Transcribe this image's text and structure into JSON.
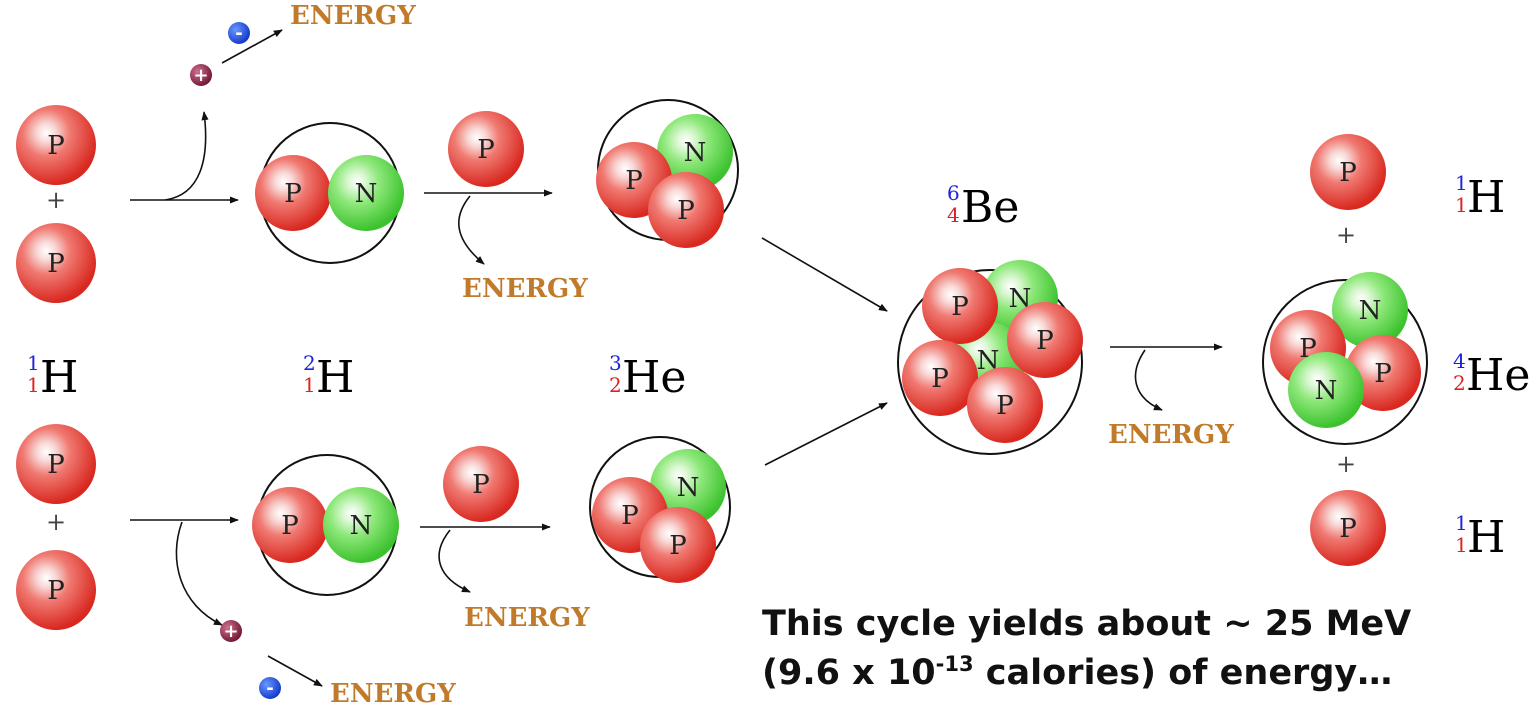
{
  "labels": {
    "proton": "P",
    "neutron": "N",
    "energy": "ENERGY",
    "plus": "+",
    "positron": "+",
    "electron": "-"
  },
  "isotopes": {
    "h1": {
      "mass": "1",
      "z": "1",
      "symbol": "H"
    },
    "h2": {
      "mass": "2",
      "z": "1",
      "symbol": "H"
    },
    "he3": {
      "mass": "3",
      "z": "2",
      "symbol": "He"
    },
    "be6": {
      "mass": "6",
      "z": "4",
      "symbol": "Be"
    },
    "he4": {
      "mass": "4",
      "z": "2",
      "symbol": "He"
    }
  },
  "caption": {
    "line1": "This cycle yields about ~ 25 MeV",
    "line2_pre": "(9.6 x 10",
    "line2_exp": "-13",
    "line2_post": " calories) of energy…"
  },
  "colors": {
    "proton": "#e8403a",
    "neutron": "#5cd648",
    "energy_text": "#c07a2a",
    "positron": "#8a1f3a",
    "electron": "#1d4fe0",
    "mass_number": "#2222dd",
    "atomic_number": "#dd2222"
  }
}
